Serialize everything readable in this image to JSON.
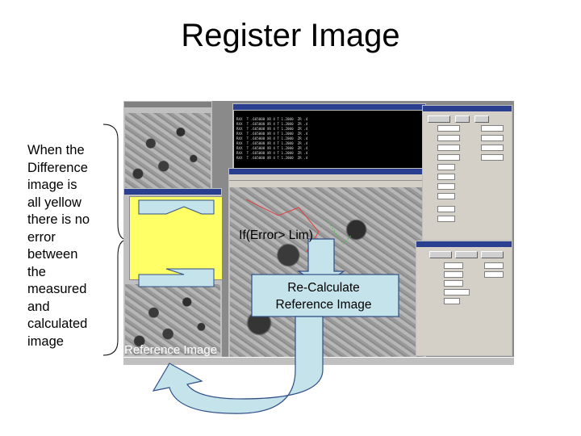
{
  "slide": {
    "title": "Register Image",
    "left_note": [
      "When the",
      "Difference",
      "image is",
      "all yellow",
      "there is no",
      "error",
      "between",
      "the",
      "measured",
      "and",
      "calculated",
      "image"
    ],
    "condition_label": "If(Error> Lim)",
    "recalc_label_line1": "Re-Calculate",
    "recalc_label_line2": "Reference Image",
    "reference_label": "Reference Image"
  },
  "colors": {
    "arrow_fill": "#c5e3ea",
    "arrow_stroke": "#2f4f86",
    "difference_yellow": "#ffff66",
    "titlebar_active": "#2a3f8f"
  },
  "icons": {
    "brace": "left-curly-brace-icon"
  }
}
